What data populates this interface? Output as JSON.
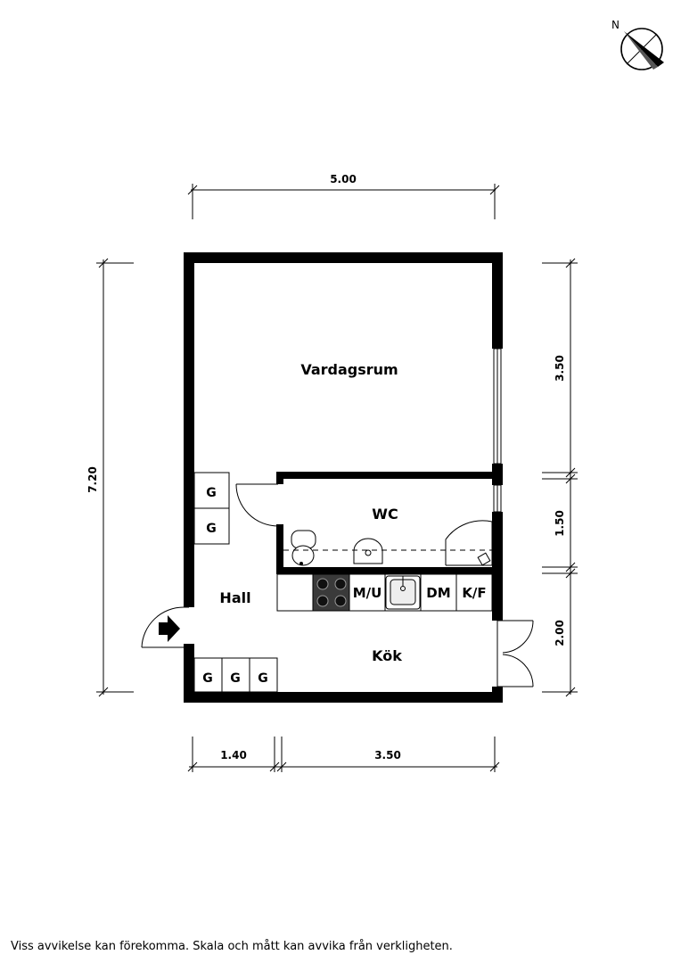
{
  "compass": {
    "north_label": "N"
  },
  "rooms": {
    "living": "Vardagsrum",
    "wc": "WC",
    "hall": "Hall",
    "kitchen": "Kök"
  },
  "storage": [
    "G",
    "G",
    "G",
    "G",
    "G"
  ],
  "appliances": {
    "microwave": "M/U",
    "dishwasher": "DM",
    "fridge_freezer": "K/F"
  },
  "dimensions": {
    "top_width": "5.00",
    "left_height": "7.20",
    "right_top": "3.50",
    "right_middle": "1.50",
    "right_bottom": "2.00",
    "bottom_left": "1.40",
    "bottom_right": "3.50"
  },
  "disclaimer": "Viss avvikelse kan förekomma. Skala och mått kan avvika från verkligheten."
}
